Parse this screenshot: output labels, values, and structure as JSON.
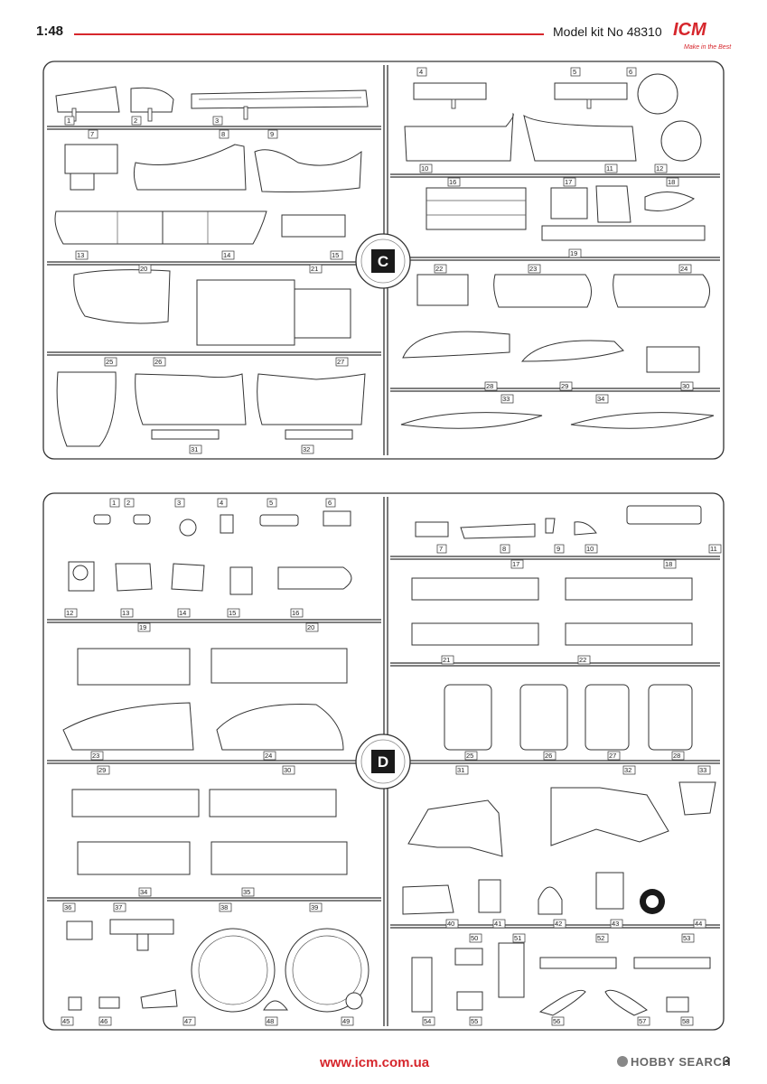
{
  "header": {
    "scale": "1:48",
    "kit_label": "Model kit No 48310",
    "logo_text": "ICM",
    "logo_tagline": "Make in the Best"
  },
  "sprues": [
    {
      "letter": "C",
      "part_numbers": [
        "1",
        "2",
        "3",
        "4",
        "5",
        "6",
        "7",
        "8",
        "9",
        "10",
        "11",
        "12",
        "13",
        "14",
        "15",
        "16",
        "17",
        "18",
        "19",
        "20",
        "21",
        "22",
        "23",
        "24",
        "25",
        "26",
        "27",
        "28",
        "29",
        "30",
        "31",
        "32",
        "33",
        "34"
      ]
    },
    {
      "letter": "D",
      "part_numbers": [
        "1",
        "2",
        "3",
        "4",
        "5",
        "6",
        "7",
        "8",
        "9",
        "10",
        "11",
        "12",
        "13",
        "14",
        "15",
        "16",
        "17",
        "18",
        "19",
        "20",
        "21",
        "22",
        "23",
        "24",
        "25",
        "26",
        "27",
        "28",
        "29",
        "30",
        "31",
        "32",
        "33",
        "34",
        "35",
        "36",
        "37",
        "38",
        "39",
        "40",
        "41",
        "42",
        "43",
        "44",
        "45",
        "46",
        "47",
        "48",
        "49",
        "50",
        "51",
        "52",
        "53",
        "54",
        "55",
        "56",
        "57",
        "58"
      ]
    }
  ],
  "footer": {
    "url": "www.icm.com.ua",
    "page_number": "3",
    "watermark": "HOBBY SEARCH"
  },
  "colors": {
    "accent": "#d6262c",
    "line": "#333333"
  }
}
